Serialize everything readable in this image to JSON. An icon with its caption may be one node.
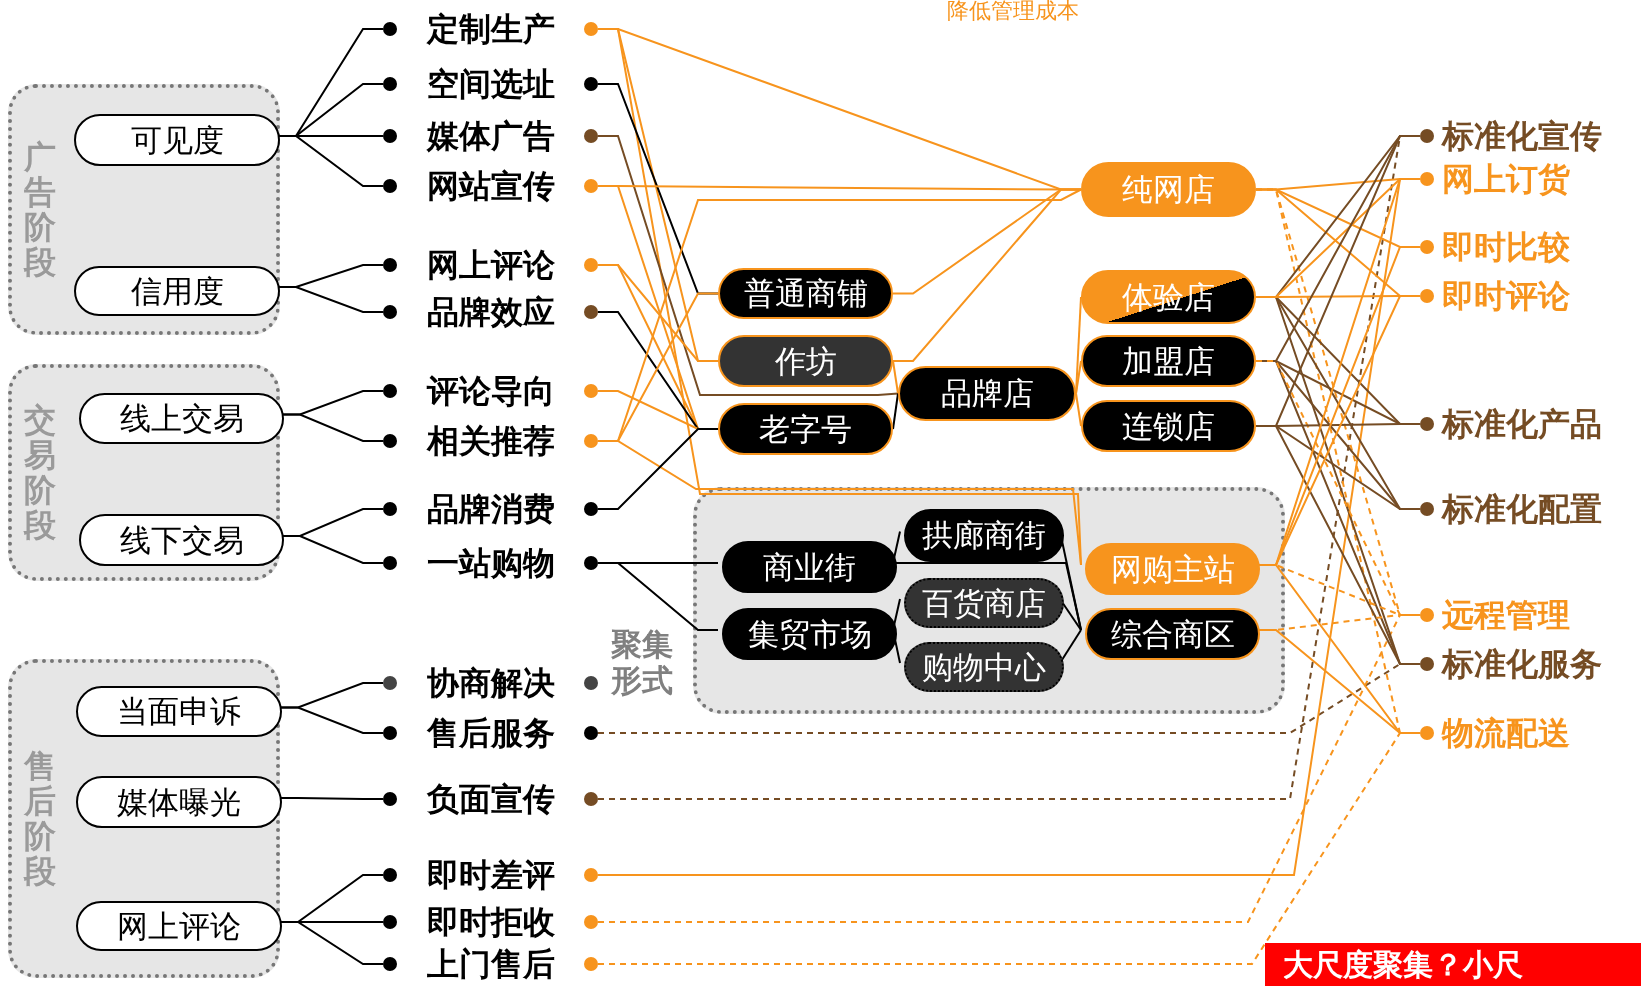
{
  "diagram": {
    "nodes": [
      {
        "text": [
          "广告阶段"
        ]
      },
      {
        "text": [
          "可见度"
        ],
        "in": 0
      },
      {
        "text": [
          "信用度"
        ],
        "in": 0
      },
      {
        "text": [
          "交易阶段"
        ]
      },
      {
        "text": [
          "线上交易"
        ],
        "in": 3
      },
      {
        "text": [
          "线下交易"
        ],
        "in": 3
      },
      {
        "text": [
          "售后阶段"
        ]
      },
      {
        "text": [
          "当面申诉"
        ],
        "in": 6
      },
      {
        "text": [
          "媒体曝光"
        ],
        "in": 6
      },
      {
        "text": [
          "网上评论"
        ],
        "in": 6
      },
      {
        "text": [
          "定制生产"
        ]
      },
      {
        "text": [
          "空间选址"
        ]
      },
      {
        "text": [
          "媒体广告"
        ]
      },
      {
        "text": [
          "网站宣传"
        ]
      },
      {
        "text": [
          "网上评论"
        ]
      },
      {
        "text": [
          "品牌效应"
        ]
      },
      {
        "text": [
          "评论导向"
        ]
      },
      {
        "text": [
          "相关推荐"
        ]
      },
      {
        "text": [
          "品牌消费"
        ]
      },
      {
        "text": [
          "一站购物"
        ]
      },
      {
        "text": [
          "协商解决"
        ]
      },
      {
        "text": [
          "售后服务"
        ]
      },
      {
        "text": [
          "负面宣传"
        ]
      },
      {
        "text": [
          "即时差评"
        ]
      },
      {
        "text": [
          "即时拒收"
        ]
      },
      {
        "text": [
          "上门售后"
        ]
      },
      {
        "text": [
          "纯网店"
        ]
      },
      {
        "text": [
          "普通商铺"
        ]
      },
      {
        "text": [
          "体验店"
        ]
      },
      {
        "text": [
          "作坊"
        ]
      },
      {
        "text": [
          "加盟店"
        ]
      },
      {
        "text": [
          "品牌店"
        ]
      },
      {
        "text": [
          "老字号"
        ]
      },
      {
        "text": [
          "连锁店"
        ]
      },
      {
        "text": [
          "聚集形式"
        ]
      },
      {
        "text": [
          "商业街"
        ],
        "in": 34
      },
      {
        "text": [
          "拱廊商街"
        ],
        "in": 34
      },
      {
        "text": [
          "集贸市场"
        ],
        "in": 34
      },
      {
        "text": [
          "百货商店"
        ],
        "in": 34
      },
      {
        "text": [
          "购物中心"
        ],
        "in": 34
      },
      {
        "text": [
          "网购主站"
        ],
        "in": 34
      },
      {
        "text": [
          "综合商区"
        ],
        "in": 34
      },
      {
        "text": [
          "标准化宣传"
        ]
      },
      {
        "text": [
          "网上订货"
        ]
      },
      {
        "text": [
          "即时比较"
        ]
      },
      {
        "text": [
          "即时评论"
        ]
      },
      {
        "text": [
          "标准化产品"
        ]
      },
      {
        "text": [
          "标准化配置"
        ]
      },
      {
        "text": [
          "远程管理"
        ]
      },
      {
        "text": [
          "标准化服务"
        ]
      },
      {
        "text": [
          "物流配送"
        ]
      }
    ],
    "edges": [
      {
        "from": 1,
        "to": 10,
        "arrow": "none",
        "color": "#000000"
      },
      {
        "from": 1,
        "to": 11,
        "arrow": "none",
        "color": "#000000"
      },
      {
        "from": 1,
        "to": 12,
        "arrow": "none",
        "color": "#000000"
      },
      {
        "from": 1,
        "to": 13,
        "arrow": "none",
        "color": "#000000"
      },
      {
        "from": 2,
        "to": 14,
        "arrow": "none",
        "color": "#000000"
      },
      {
        "from": 2,
        "to": 15,
        "arrow": "none",
        "color": "#000000"
      },
      {
        "from": 4,
        "to": 16,
        "arrow": "none",
        "color": "#000000"
      },
      {
        "from": 4,
        "to": 17,
        "arrow": "none",
        "color": "#000000"
      },
      {
        "from": 5,
        "to": 18,
        "arrow": "none",
        "color": "#000000"
      },
      {
        "from": 5,
        "to": 19,
        "arrow": "none",
        "color": "#000000"
      },
      {
        "from": 7,
        "to": 20,
        "arrow": "none",
        "color": "#000000"
      },
      {
        "from": 7,
        "to": 21,
        "arrow": "none",
        "color": "#000000"
      },
      {
        "from": 8,
        "to": 22,
        "arrow": "none",
        "color": "#000000"
      },
      {
        "from": 9,
        "to": 23,
        "arrow": "none",
        "color": "#000000"
      },
      {
        "from": 9,
        "to": 24,
        "arrow": "none",
        "color": "#000000"
      },
      {
        "from": 9,
        "to": 25,
        "arrow": "none",
        "color": "#000000"
      },
      {
        "from": 10,
        "to": 26,
        "arrow": "none"
      },
      {
        "from": 10,
        "to": 29,
        "arrow": "none"
      },
      {
        "from": 10,
        "to": 40,
        "arrow": "none"
      },
      {
        "from": 11,
        "to": 27,
        "arrow": "none",
        "color": "#000000"
      },
      {
        "from": 12,
        "to": 31,
        "arrow": "none",
        "color": "#754c24"
      },
      {
        "from": 13,
        "to": 26,
        "arrow": "none"
      },
      {
        "from": 13,
        "to": 32,
        "arrow": "none"
      },
      {
        "from": 14,
        "to": 29,
        "arrow": "none"
      },
      {
        "from": 14,
        "to": 32,
        "arrow": "none"
      },
      {
        "from": 15,
        "to": 32,
        "arrow": "none",
        "color": "#000000"
      },
      {
        "from": 16,
        "to": 32,
        "arrow": "none"
      },
      {
        "from": 17,
        "to": 26,
        "arrow": "none"
      },
      {
        "from": 17,
        "to": 27,
        "arrow": "none"
      },
      {
        "from": 17,
        "to": 40,
        "arrow": "none"
      },
      {
        "from": 18,
        "to": 32,
        "arrow": "none",
        "color": "#000000"
      },
      {
        "from": 19,
        "to": 35,
        "arrow": "none",
        "color": "#000000"
      },
      {
        "from": 19,
        "to": 37,
        "arrow": "none",
        "color": "#000000"
      },
      {
        "from": 21,
        "to": 49,
        "arrow": "none",
        "style": "dashed",
        "color": "#754c24"
      },
      {
        "from": 22,
        "to": 42,
        "arrow": "none",
        "style": "dashed",
        "color": "#754c24"
      },
      {
        "from": 23,
        "to": 43,
        "arrow": "none"
      },
      {
        "from": 24,
        "to": 48,
        "arrow": "none",
        "style": "dashed"
      },
      {
        "from": 25,
        "to": 50,
        "arrow": "none",
        "style": "dashed"
      },
      {
        "from": 27,
        "to": 26,
        "arrow": "none"
      },
      {
        "from": 29,
        "to": 26,
        "arrow": "none"
      },
      {
        "from": 29,
        "to": 31,
        "arrow": "none"
      },
      {
        "from": 32,
        "to": 31,
        "arrow": "none",
        "color": "#000000"
      },
      {
        "from": 31,
        "to": 28,
        "arrow": "none"
      },
      {
        "from": 31,
        "to": 30,
        "arrow": "none"
      },
      {
        "from": 31,
        "to": 33,
        "arrow": "none"
      },
      {
        "from": 35,
        "to": 36,
        "arrow": "none",
        "color": "#000000"
      },
      {
        "from": 35,
        "to": 41,
        "arrow": "none",
        "color": "#000000"
      },
      {
        "from": 37,
        "to": 38,
        "arrow": "none",
        "color": "#000000"
      },
      {
        "from": 37,
        "to": 39,
        "arrow": "none",
        "color": "#000000"
      },
      {
        "from": 36,
        "to": 41,
        "arrow": "none",
        "color": "#000000"
      },
      {
        "from": 38,
        "to": 41,
        "arrow": "none",
        "color": "#000000"
      },
      {
        "from": 39,
        "to": 41,
        "arrow": "none",
        "color": "#000000"
      },
      {
        "from": 26,
        "to": 43,
        "arrow": "none"
      },
      {
        "from": 26,
        "to": 44,
        "arrow": "none"
      },
      {
        "from": 26,
        "to": 45,
        "arrow": "none"
      },
      {
        "from": 26,
        "to": 48,
        "arrow": "none",
        "style": "dashed"
      },
      {
        "from": 26,
        "to": 50,
        "arrow": "none",
        "style": "dashed"
      },
      {
        "from": 28,
        "to": 42,
        "arrow": "none",
        "color": "#754c24"
      },
      {
        "from": 28,
        "to": 46,
        "arrow": "none",
        "color": "#754c24"
      },
      {
        "from": 28,
        "to": 47,
        "arrow": "none",
        "color": "#754c24"
      },
      {
        "from": 28,
        "to": 49,
        "arrow": "none",
        "color": "#754c24"
      },
      {
        "from": 28,
        "to": 43,
        "arrow": "none"
      },
      {
        "from": 28,
        "to": 45,
        "arrow": "none"
      },
      {
        "from": 30,
        "to": 42,
        "arrow": "none",
        "color": "#754c24"
      },
      {
        "from": 30,
        "to": 46,
        "arrow": "none",
        "color": "#754c24"
      },
      {
        "from": 30,
        "to": 47,
        "arrow": "none",
        "color": "#754c24"
      },
      {
        "from": 30,
        "to": 49,
        "arrow": "none",
        "color": "#754c24"
      },
      {
        "from": 30,
        "to": 48,
        "arrow": "none",
        "style": "dashed"
      },
      {
        "from": 33,
        "to": 42,
        "arrow": "none",
        "color": "#754c24"
      },
      {
        "from": 33,
        "to": 46,
        "arrow": "none",
        "color": "#754c24"
      },
      {
        "from": 33,
        "to": 47,
        "arrow": "none",
        "color": "#754c24"
      },
      {
        "from": 33,
        "to": 49,
        "arrow": "none",
        "color": "#754c24"
      },
      {
        "from": 40,
        "to": 43,
        "arrow": "none"
      },
      {
        "from": 40,
        "to": 44,
        "arrow": "none"
      },
      {
        "from": 40,
        "to": 45,
        "arrow": "none"
      },
      {
        "from": 40,
        "to": 48,
        "arrow": "none",
        "style": "dashed"
      },
      {
        "from": 40,
        "to": 50,
        "arrow": "none"
      },
      {
        "from": 41,
        "to": 48,
        "arrow": "none",
        "style": "dashed"
      },
      {
        "from": 41,
        "to": 50,
        "arrow": "none"
      }
    ],
    "labels": [
      "降低管理成本",
      "大尺度聚集？小尺"
    ]
  }
}
